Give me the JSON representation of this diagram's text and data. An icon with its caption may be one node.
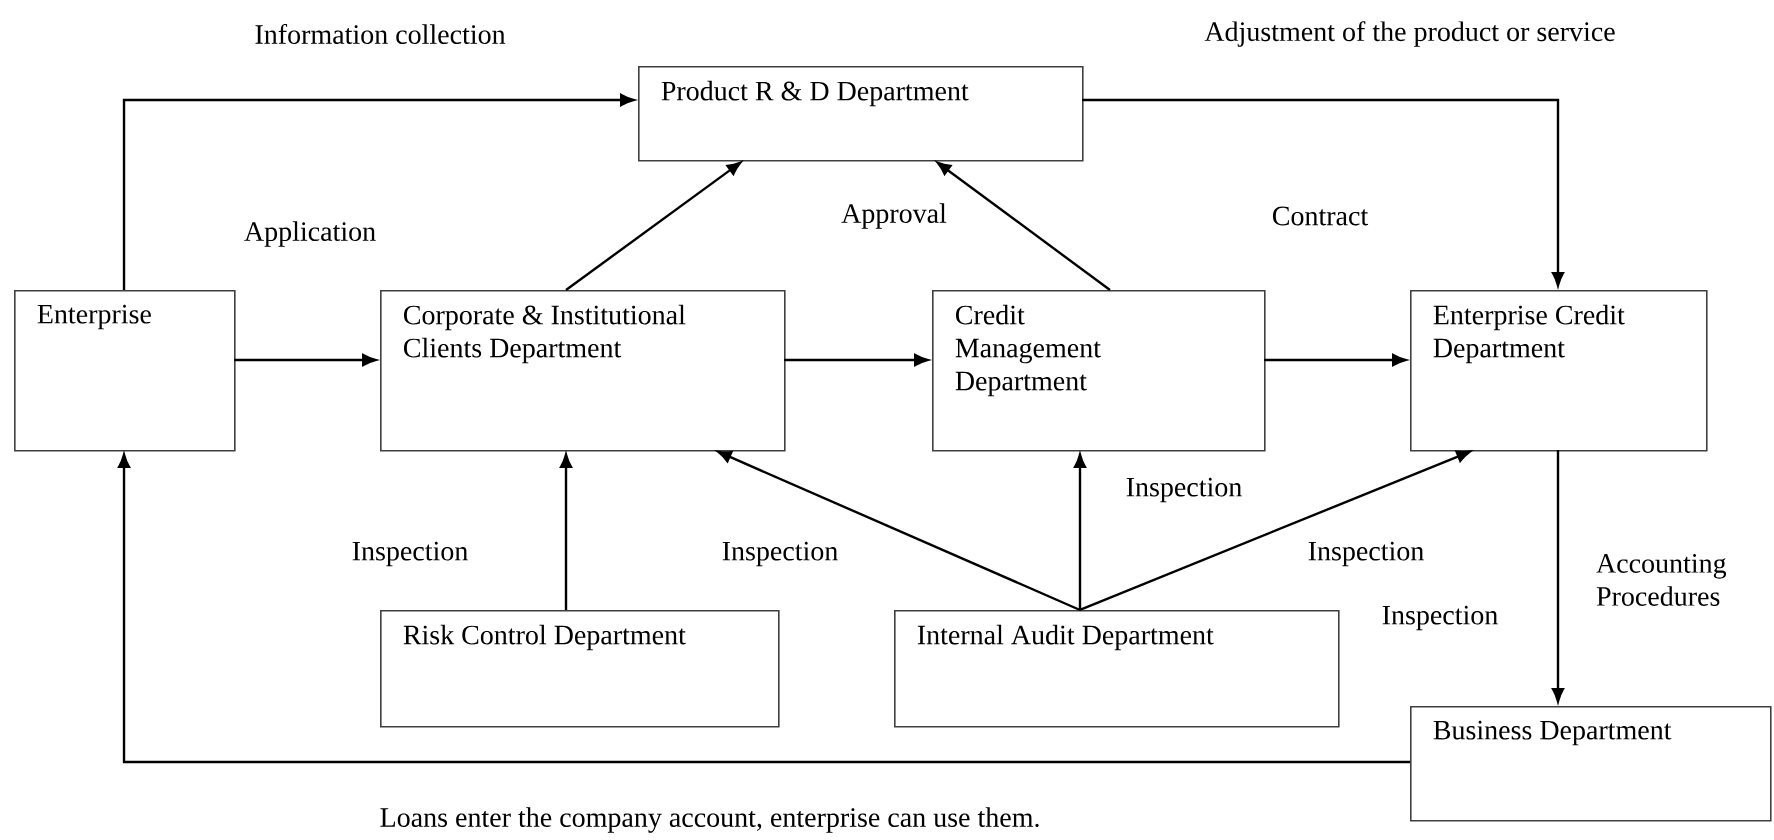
{
  "diagram": {
    "nodes": [
      {
        "text": [
          "Enterprise"
        ]
      },
      {
        "text": [
          "Product R & D Department"
        ]
      },
      {
        "text": [
          "Corporate & Institutional Clients Department"
        ]
      },
      {
        "text": [
          "Credit Management Department"
        ]
      },
      {
        "text": [
          "Enterprise Credit Department"
        ]
      },
      {
        "text": [
          "Risk Control Department"
        ]
      },
      {
        "text": [
          "Internal Audit Department"
        ]
      },
      {
        "text": [
          "Business Department"
        ]
      }
    ],
    "edges": [
      {
        "from": 0,
        "to": 1,
        "arrow": "to",
        "label": "Information collection"
      },
      {
        "from": 1,
        "to": 4,
        "arrow": "to",
        "label": "Adjustment of the product or service"
      },
      {
        "from": 0,
        "to": 2,
        "arrow": "to",
        "label": "Application"
      },
      {
        "from": 2,
        "to": 1,
        "arrow": "to"
      },
      {
        "from": 3,
        "to": 1,
        "arrow": "to",
        "label": "Approval"
      },
      {
        "from": 2,
        "to": 3,
        "arrow": "to"
      },
      {
        "from": 3,
        "to": 4,
        "arrow": "to",
        "label": "Contract"
      },
      {
        "from": 5,
        "to": 2,
        "arrow": "to",
        "label": "Inspection"
      },
      {
        "from": 6,
        "to": 2,
        "arrow": "to",
        "label": "Inspection"
      },
      {
        "from": 6,
        "to": 3,
        "arrow": "to",
        "label": "Inspection"
      },
      {
        "from": 6,
        "to": 4,
        "arrow": "to",
        "label": "Inspection"
      },
      {
        "from": 4,
        "to": 7,
        "arrow": "to",
        "label": "Accounting Procedures"
      },
      {
        "from": 7,
        "to": 0,
        "arrow": "to",
        "label": "Loans enter the company account, enterprise can use them."
      }
    ],
    "labels": [
      "Inspection"
    ]
  }
}
